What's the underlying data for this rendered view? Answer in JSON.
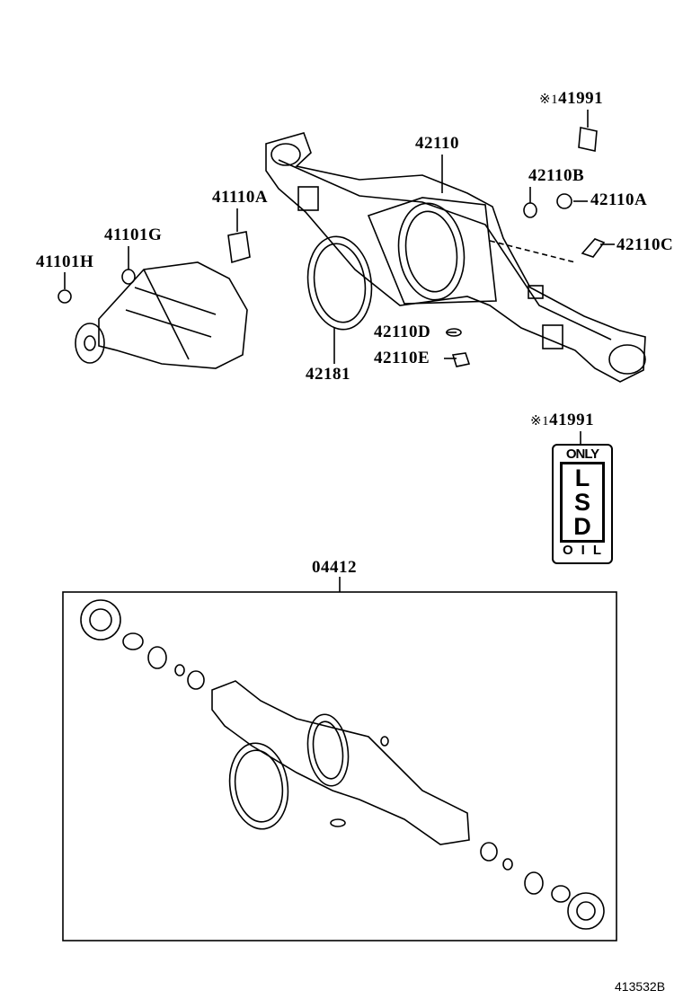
{
  "labels": {
    "p41991_top": {
      "mark": "※1",
      "num": "41991"
    },
    "p42110": "42110",
    "p42110B": "42110B",
    "p42110A": "42110A",
    "p42110C": "42110C",
    "p41110A": "41110A",
    "p41101G": "41101G",
    "p41101H": "41101H",
    "p42110D": "42110D",
    "p42110E": "42110E",
    "p42181": "42181",
    "p41991_bottom": {
      "mark": "※1",
      "num": "41991"
    },
    "p04412": "04412"
  },
  "lsd_label": {
    "top": "ONLY",
    "lines": [
      "L",
      "S",
      "D"
    ],
    "bottom": "OIL"
  },
  "diagram_id": "413532B"
}
